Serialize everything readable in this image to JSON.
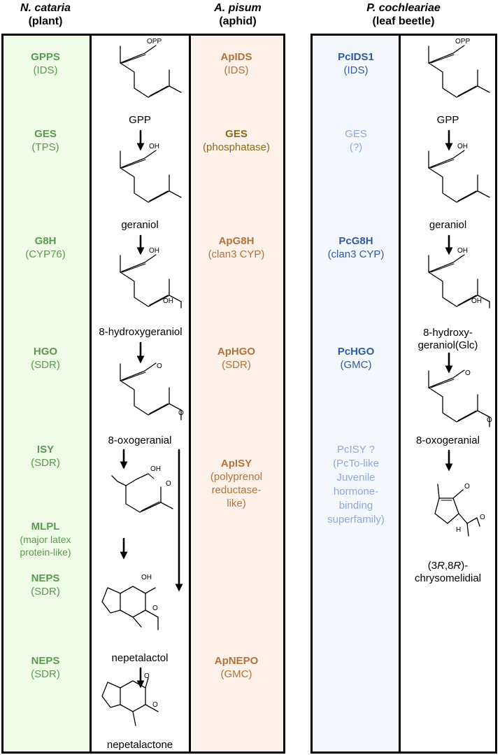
{
  "headers": {
    "plant": {
      "species": "N. cataria",
      "kind": "(plant)"
    },
    "aphid": {
      "species": "A. pisum",
      "kind": "(aphid)"
    },
    "beetle": {
      "species": "P. cochleariae",
      "kind": "(leaf beetle)"
    }
  },
  "colors": {
    "plant_text": "#5a9a4e",
    "plant_bg": "#f0fbe8",
    "aphid_text": "#b0733a",
    "aphid_bg": "#fdf1ea",
    "aphid_dark": "#8a6a18",
    "beetle_text": "#2f5aa0",
    "beetle_light": "#8fa8dc",
    "beetle_bg": "#f4f8fd"
  },
  "plant_enzymes": [
    {
      "name": "GPPS",
      "family": "(IDS)"
    },
    {
      "name": "GES",
      "family": "(TPS)"
    },
    {
      "name": "G8H",
      "family": "(CYP76)"
    },
    {
      "name": "HGO",
      "family": "(SDR)"
    },
    {
      "name": "ISY",
      "family": "(SDR)"
    },
    {
      "name": "MLPL",
      "family": "(major latex protein-like)"
    },
    {
      "name": "NEPS",
      "family": "(SDR)"
    },
    {
      "name": "NEPS",
      "family": "(SDR)"
    }
  ],
  "aphid_enzymes": [
    {
      "name": "ApIDS",
      "family": "(IDS)"
    },
    {
      "name": "GES",
      "family": "(phosphatase)"
    },
    {
      "name": "ApG8H",
      "family": "(clan3 CYP)"
    },
    {
      "name": "ApHGO",
      "family": "(SDR)"
    },
    {
      "name": "ApISY",
      "family": "(polyprenol reductase-like)"
    },
    {
      "name": "ApNEPO",
      "family": "(GMC)"
    }
  ],
  "beetle_enzymes": [
    {
      "name": "PcIDS1",
      "family": "(IDS)"
    },
    {
      "name": "GES",
      "family": "(?)"
    },
    {
      "name": "PcG8H",
      "family": "(clan3 CYP)"
    },
    {
      "name": "PcHGO",
      "family": "(GMC)"
    },
    {
      "name": "PcISY ?",
      "family": "(PcTo-like Juvenile hormone-binding superfamily)"
    }
  ],
  "plant_compounds": {
    "gpp": "GPP",
    "geraniol": "geraniol",
    "hydroxygeraniol": "8-hydroxygeraniol",
    "oxogeranial": "8-oxogeranial",
    "nepetalactol": "nepetalactol",
    "nepetalactone": "nepetalactone"
  },
  "beetle_compounds": {
    "gpp": "GPP",
    "geraniol": "geraniol",
    "hydroxygeraniol_1": "8-hydroxy-",
    "hydroxygeraniol_2": "geraniol(Glc)",
    "oxogeranial": "8-oxogeranial",
    "chryso_stereo_a": "(3",
    "chryso_stereo_r1": "R",
    "chryso_stereo_b": ",8",
    "chryso_stereo_r2": "R",
    "chryso_stereo_c": ")-",
    "chryso_name": "chrysomelidial"
  },
  "struct_labels": {
    "opp": "OPP",
    "oh": "OH",
    "o": "O",
    "h": "H"
  }
}
